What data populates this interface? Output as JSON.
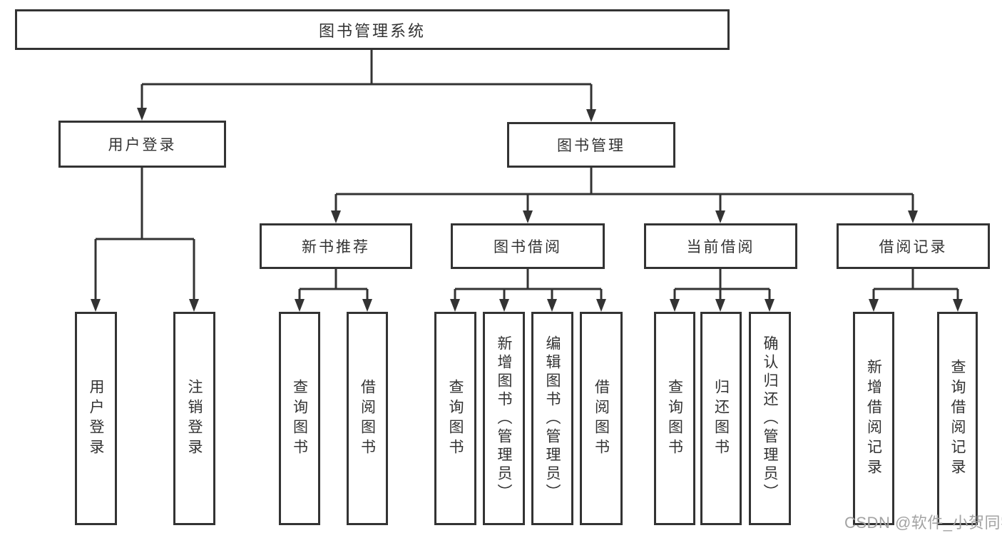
{
  "diagram": {
    "type": "tree",
    "title": "图书管理系统",
    "root": {
      "label": "图书管理系统"
    },
    "branches": [
      {
        "label": "用户登录",
        "children": [
          "用户登录",
          "注销登录"
        ]
      },
      {
        "label": "图书管理",
        "sections": [
          {
            "label": "新书推荐",
            "children": [
              "查询图书",
              "借阅图书"
            ]
          },
          {
            "label": "图书借阅",
            "children": [
              "查询图书",
              "新增图书（管理员）",
              "编辑图书（管理员）",
              "借阅图书"
            ]
          },
          {
            "label": "当前借阅",
            "children": [
              "查询图书",
              "归还图书",
              "确认归还（管理员）"
            ]
          },
          {
            "label": "借阅记录",
            "children": [
              "新增借阅记录",
              "查询借阅记录"
            ]
          }
        ]
      }
    ],
    "colors": {
      "line": "#333333",
      "text": "#333333",
      "box_background": "#ffffff",
      "watermark": "#a3a3a3",
      "background": "#ffffff"
    }
  },
  "watermark": {
    "text": "CSDN @软件_小贺同学"
  }
}
